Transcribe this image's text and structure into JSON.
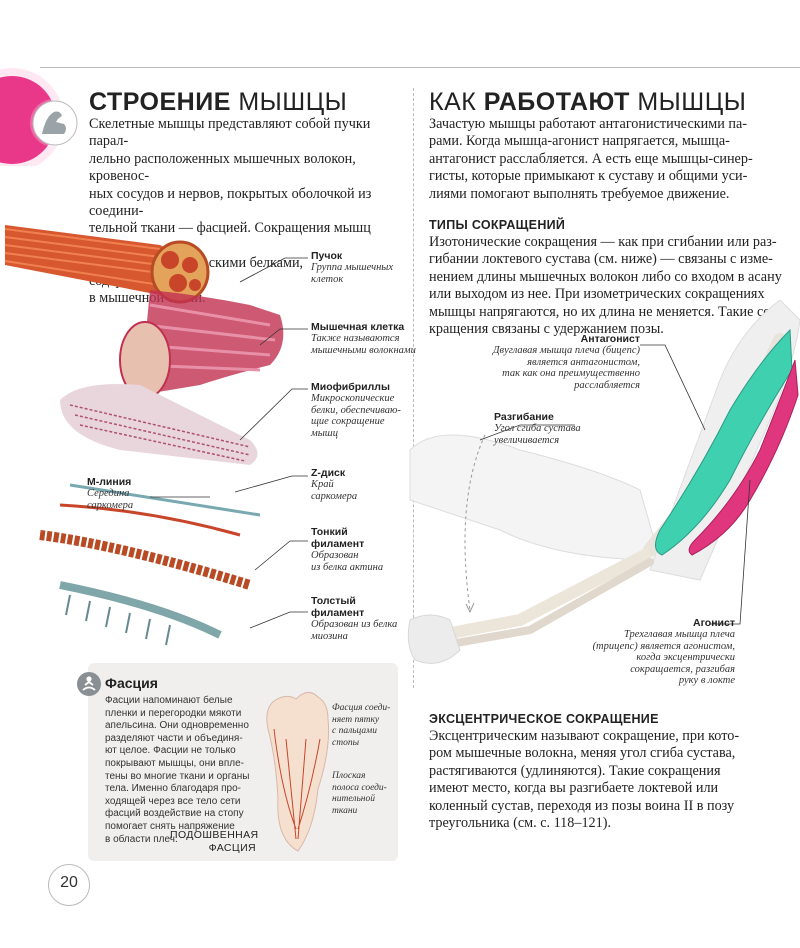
{
  "left": {
    "title_bold": "СТРОЕНИЕ",
    "title_rest": " МЫШЦЫ",
    "intro": "Скелетные мышцы представляют собой пучки парал-\nлельно расположенных мышечных волокон, кровенос-\nных сосудов и нервов, покрытых оболочкой из соедини-\nтельной ткани — фасцией. Сокращения мышц вызыва-\nются микроскопическими белками, содержащимися\nв мышечной ткани.",
    "labels": {
      "bundle_title": "Пучок",
      "bundle_desc": "Группа мышечных\nклеток",
      "cell_title": "Мышечная клетка",
      "cell_desc": "Также называются\nмышечными волокнами",
      "myofibril_title": "Миофибриллы",
      "myofibril_desc": "Микроскопические\nбелки, обеспечиваю-\nщие сокращение\nмышц",
      "zdisk_title": "Z-диск",
      "zdisk_desc": "Край\nсаркомера",
      "mline_title": "М-линия",
      "mline_desc": "Середина\nсаркомера",
      "thin_title": "Тонкий\nфиламент",
      "thin_desc": "Образован\nиз белка актина",
      "thick_title": "Толстый\nфиламент",
      "thick_desc": "Образован из белка\nмиозина"
    },
    "fascia": {
      "title": "Фасция",
      "text": "Фасции напоминают белые\nпленки и перегородки мякоти\nапельсина. Они одновременно\nразделяют части и объединя-\nют целое. Фасции не только\nпокрывают мышцы, они впле-\nтены во многие ткани и органы\nтела. Именно благодаря про-\nходящей через все тело сети\nфасций воздействие на стопу\nпомогает снять напряжение\nв области плеч.",
      "caption1": "Фасция соеди-\nняет пятку\nс пальцами\nстопы",
      "caption2": "Плоская\nполоса соеди-\nнительной\nткани",
      "foot_label": "ПОДОШВЕННАЯ\nФАСЦИЯ"
    },
    "page_number": "20"
  },
  "right": {
    "title_pre": "КАК ",
    "title_bold": "РАБОТАЮТ",
    "title_post": " МЫШЦЫ",
    "intro": "Зачастую мышцы работают антагонистическими па-\nрами. Когда мышца-агонист напрягается, мышца-\nантагонист расслабляется. А есть еще мышцы-синер-\nгисты, которые примыкают к суставу и общими уси-\nлиями помогают выполнять требуемое движение.",
    "types_heading": "ТИПЫ СОКРАЩЕНИЙ",
    "types_text": "Изотонические сокращения — как при сгибании или раз-\nгибании локтевого сустава (см. ниже) — связаны с изме-\nнением длины мышечных волокон либо со входом в асану\nили выходом из нее. При изометрических сокращениях\nмышцы напрягаются, но их длина не меняется. Такие со-\nкращения связаны с удержанием позы.",
    "antagonist_title": "Антагонист",
    "antagonist_desc": "Двуглавая мышца плеча (бицепс)\nявляется антагонистом,\nтак как она преимущественно\nрасслабляется",
    "extension_title": "Разгибание",
    "extension_desc": "Угол сгиба сустава\nувеличивается",
    "agonist_title": "Агонист",
    "agonist_desc": "Трехглавая мышца плеча\n(трицепс) является агонистом,\nкогда эксцентрически\nсокращается, разгибая\nруку в локте",
    "eccentric_heading": "ЭКСЦЕНТРИЧЕСКОЕ СОКРАЩЕНИЕ",
    "eccentric_text": "Эксцентрическим называют сокращение, при кото-\nром мышечные волокна, меняя угол сгиба сустава,\nрастягиваются (удлиняются). Такие сокращения\nимеют место, когда вы разгибаете локтевой или\nколенный сустав, переходя из позы воина II в позу\nтреугольника (см. с. 118–121)."
  },
  "colors": {
    "accent_pink": "#e9388a",
    "muscle_red": "#c8452a",
    "triceps_teal": "#3fd0b0",
    "biceps_pink": "#e0367e",
    "fascia_box": "#f0efee"
  }
}
